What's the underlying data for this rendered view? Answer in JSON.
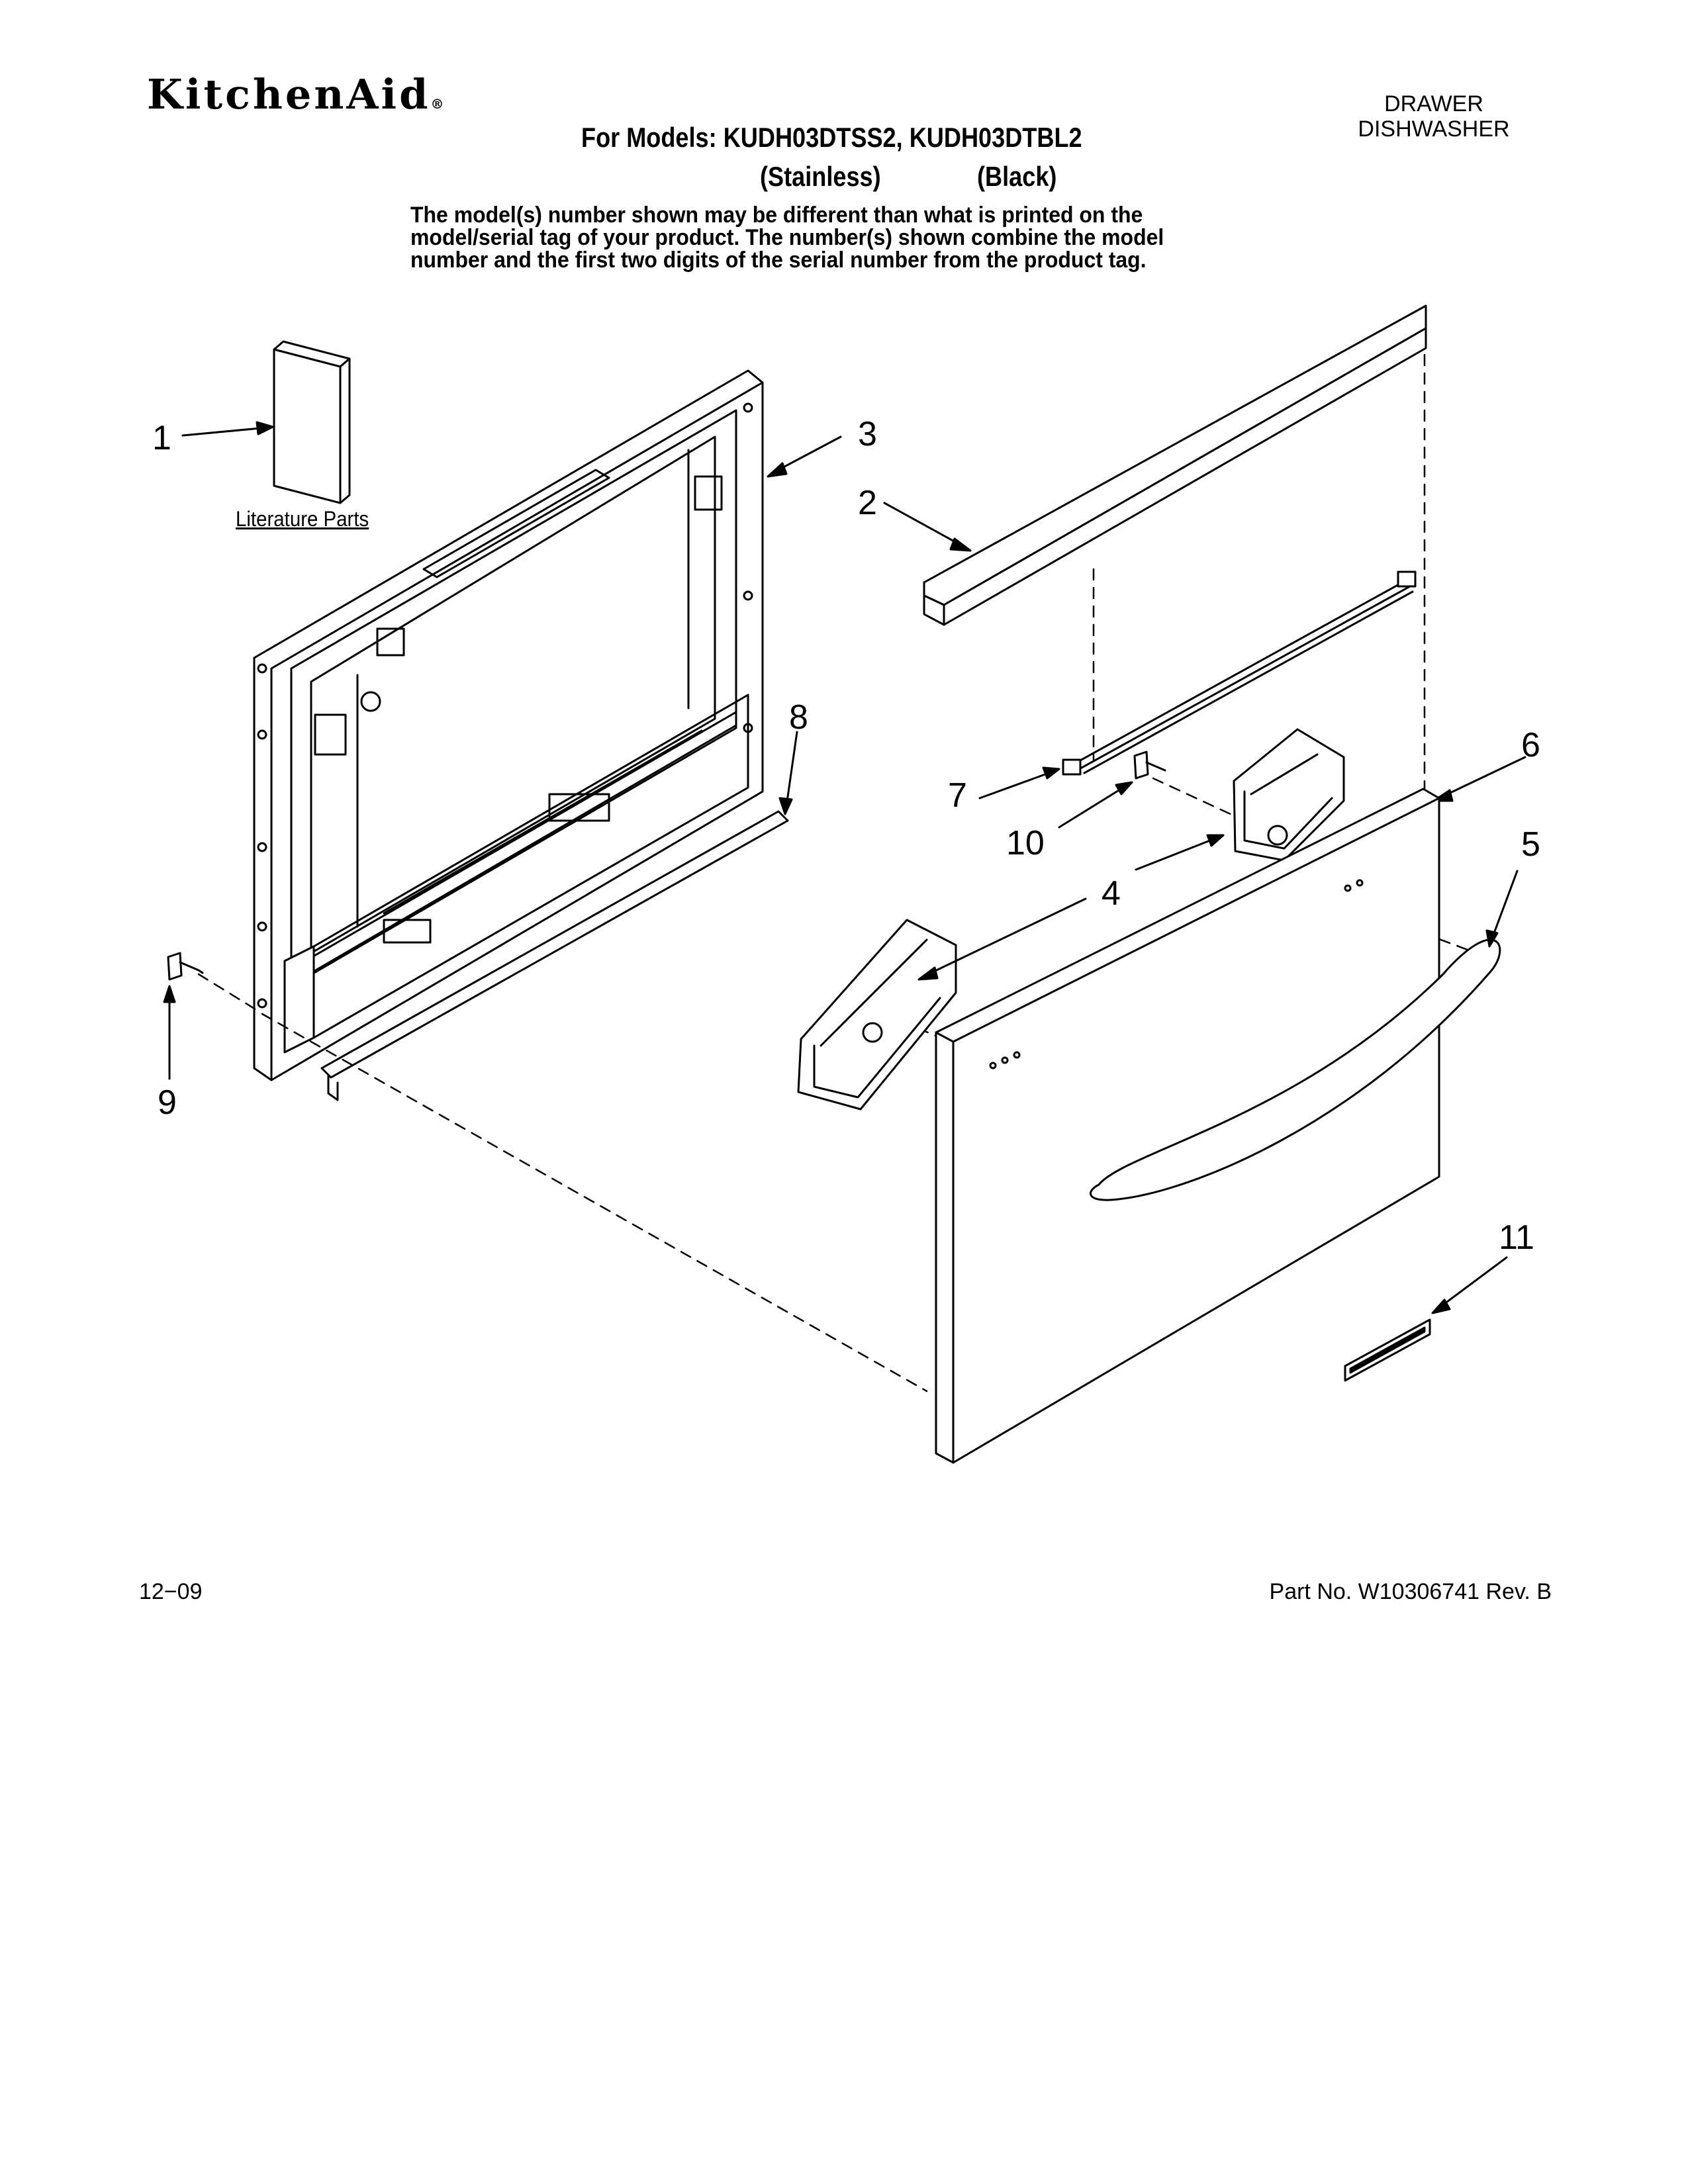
{
  "header": {
    "brand": "KitchenAid",
    "brand_mark": "®",
    "category_line1": "DRAWER",
    "category_line2": "DISHWASHER",
    "models_line": "For Models: KUDH03DTSS2, KUDH03DTBL2",
    "variant_1": "(Stainless)",
    "variant_2": "(Black)",
    "note_lines": [
      "The model(s) number shown may be different than what is printed on the",
      "model/serial tag of your product. The number(s) shown combine the model",
      "number and the first two digits of the serial number from the product tag."
    ]
  },
  "diagram": {
    "callouts": [
      "1",
      "2",
      "3",
      "4",
      "5",
      "6",
      "7",
      "8",
      "9",
      "10",
      "11"
    ],
    "literature_label": "Literature Parts"
  },
  "footer": {
    "date": "12−09",
    "part_number": "Part No. W10306741 Rev. B"
  }
}
